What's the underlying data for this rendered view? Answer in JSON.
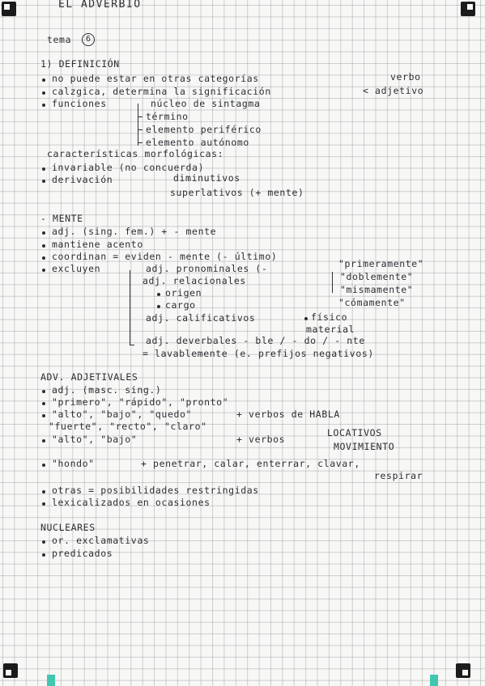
{
  "header": {
    "title": "EL ADVERBIO"
  },
  "tema": {
    "label": "tema",
    "number": "6"
  },
  "definicion": {
    "heading": "1) DEFINICIÓN",
    "l1": "no puede estar en otras categorías",
    "l1b": "verbo",
    "l2": "calzgica, determina la significación",
    "l2b": "< adjetivo",
    "l3": "funciones",
    "f1": "núcleo de sintagma",
    "f2": "término",
    "f3": "elemento periférico",
    "f4": "elemento autónomo",
    "l4": "características morfológicas:",
    "l5": "invariable (no concuerda)",
    "l6": "derivación",
    "d1": "diminutivos",
    "d2": "superlativos (+ mente)"
  },
  "mente": {
    "heading": "- MENTE",
    "l1": "adj. (sing. fem.) + - mente",
    "l2": "mantiene acento",
    "l3": "coordinan = eviden - mente (- último)",
    "l4": "excluyen",
    "e1": "adj. pronominales (-",
    "e2": "adj. relacionales",
    "e2a": "origen",
    "e2b": "cargo",
    "e3": "adj. calificativos",
    "e3a": "físico",
    "e3b": "material",
    "e4": "adj. deverbales - ble / - do / - nte",
    "e5": "= lavablemente (e. prefijos negativos)",
    "r1": "\"primeramente\"",
    "r2": "\"doblemente\"",
    "r3": "\"mismamente\"",
    "r4": "\"cómamente\""
  },
  "adjetivales": {
    "heading": "ADV. ADJETIVALES",
    "l1": "adj. (masc. sing.)",
    "l2": "\"primero\", \"rápido\", \"pronto\"",
    "l3": "\"alto\", \"bajo\", \"quedo\"",
    "l3b": "+  verbos de HABLA",
    "l4": "\"fuerte\", \"recto\", \"claro\"",
    "l5": "\"alto\", \"bajo\"",
    "l5b": "+  verbos",
    "l5c": "LOCATIVOS",
    "l5d": "MOVIMIENTO",
    "l6": "\"hondo\"",
    "l6b": "+  penetrar, calar, enterrar, clavar,",
    "l6c": "respirar",
    "l7": "otras = posibilidades restringidas",
    "l8": "lexicalizados en ocasiones"
  },
  "nucleares": {
    "heading": "NUCLEARES",
    "l1": "or. exclamativas",
    "l2": "predicados"
  }
}
